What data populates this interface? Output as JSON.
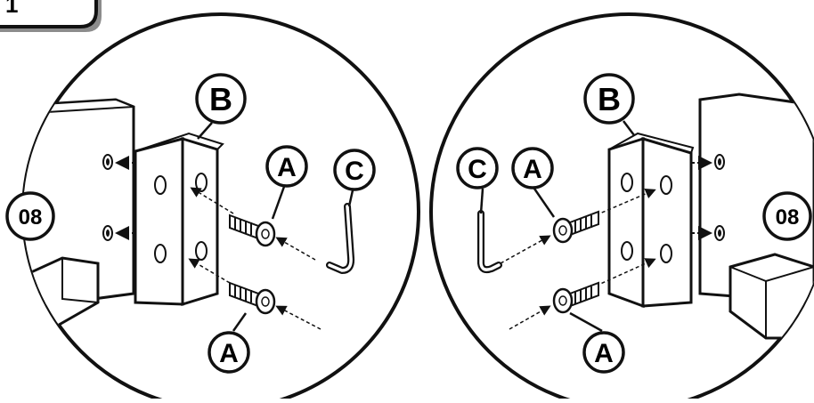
{
  "step_tab": {
    "label": "1"
  },
  "left_panel": {
    "part_labels": {
      "bracket": "B",
      "screw_top": "A",
      "screw_bottom": "A",
      "key": "C"
    },
    "board_label": "08"
  },
  "right_panel": {
    "part_labels": {
      "bracket": "B",
      "screw_top": "A",
      "screw_bottom": "A",
      "key": "C"
    },
    "board_label": "08"
  },
  "colors": {
    "ink": "#111111",
    "paper": "#ffffff",
    "tab_shadow": "#8c8c8c"
  }
}
